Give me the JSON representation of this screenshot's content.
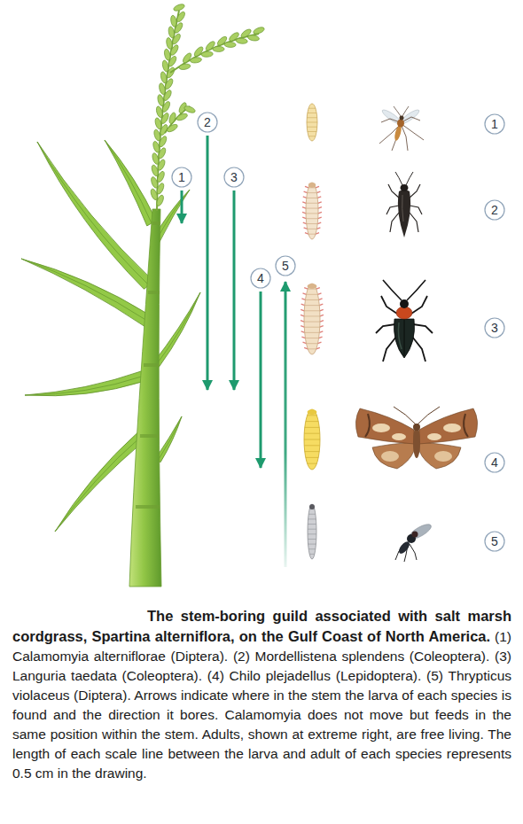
{
  "diagram": {
    "title": "The stem-boring guild associated with salt marsh cordgrass, Spartina alterniflora, on the Gulf Coast of North America.",
    "caption": "(1) Calamomyia alterniflorae (Diptera). (2) Mordellistena splendens (Coleoptera). (3) Languria taedata (Coleoptera). (4) Chilo plejadellus (Lepidoptera). (5) Thrypticus violaceus (Diptera). Arrows indicate where in the stem the larva of each species is found and the direction it bores. Calamomyia does not move but feeds in the same position within the stem. Adults, shown at extreme right, are free living. The length of each scale line between the larva and adult of each species represents 0.5 cm in the drawing.",
    "nodes": [
      {
        "text": [
          "1"
        ]
      },
      {
        "text": [
          "2"
        ]
      },
      {
        "text": [
          "3"
        ]
      },
      {
        "text": [
          "4"
        ]
      },
      {
        "text": [
          "5"
        ]
      },
      {
        "text": [
          "1"
        ]
      },
      {
        "text": [
          "2"
        ]
      },
      {
        "text": [
          "3"
        ]
      },
      {
        "text": [
          "4"
        ]
      },
      {
        "text": [
          "5"
        ]
      }
    ]
  }
}
